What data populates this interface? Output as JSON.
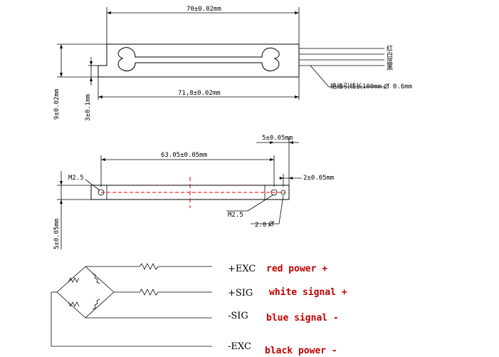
{
  "top_view": {
    "overall_length": "70±0.02mm",
    "slot_length": "71,8±0.02mm",
    "height": "9±0.02mm",
    "step_height": "3±0.1mm",
    "lead_note": "绝缘引线长100mm",
    "lead_diameter": "0.6mm",
    "wire_colors_cn": [
      "红",
      "白",
      "蓝",
      "黑"
    ]
  },
  "side_view": {
    "hole_spacing": "63.05±0.05mm",
    "end_offset": "5±0.05mm",
    "hole_offset": "2±0.05mm",
    "thread_left": "M2.5",
    "thread_right": "M2.5",
    "hole_diameter": "2.0",
    "thickness": "5±0.05mm"
  },
  "wiring": {
    "terminals": [
      {
        "pin": "+EXC",
        "desc": "red power +",
        "color": "#c00000"
      },
      {
        "pin": "+SIG",
        "desc": "white signal +",
        "color": "#c00000"
      },
      {
        "pin": "-SIG",
        "desc": "blue signal -",
        "color": "#c00000"
      },
      {
        "pin": "-EXC",
        "desc": "black power -",
        "color": "#c00000"
      }
    ]
  },
  "colors": {
    "line": "#000000",
    "centerline": "#e00000",
    "label": "#c00000"
  }
}
